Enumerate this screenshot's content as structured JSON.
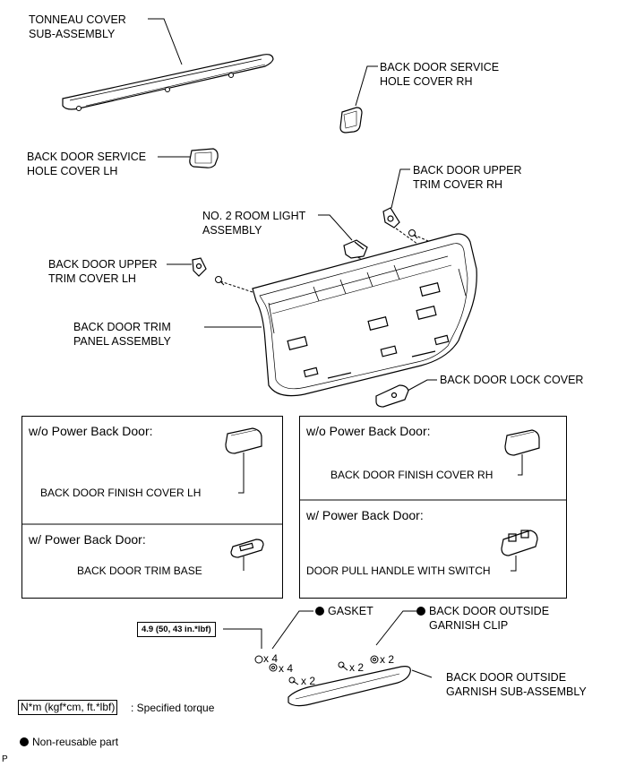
{
  "parts": {
    "tonneau_cover": [
      "TONNEAU COVER",
      "SUB-ASSEMBLY"
    ],
    "service_cover_rh": [
      "BACK DOOR SERVICE",
      "HOLE COVER RH"
    ],
    "service_cover_lh": [
      "BACK DOOR SERVICE",
      "HOLE COVER LH"
    ],
    "upper_trim_rh": [
      "BACK DOOR UPPER",
      "TRIM COVER RH"
    ],
    "room_light": [
      "NO. 2 ROOM LIGHT",
      "ASSEMBLY"
    ],
    "upper_trim_lh": [
      "BACK DOOR UPPER",
      "TRIM COVER LH"
    ],
    "trim_panel": [
      "BACK DOOR TRIM",
      "PANEL ASSEMBLY"
    ],
    "lock_cover": "BACK DOOR LOCK COVER",
    "finish_cover_lh": "BACK DOOR FINISH COVER LH",
    "trim_base": "BACK DOOR TRIM BASE",
    "finish_cover_rh": "BACK DOOR FINISH COVER RH",
    "pull_handle": "DOOR PULL HANDLE WITH SWITCH",
    "gasket": "GASKET",
    "garnish_clip": [
      "BACK DOOR OUTSIDE",
      "GARNISH CLIP"
    ],
    "outside_garnish": [
      "BACK DOOR OUTSIDE",
      "GARNISH SUB-ASSEMBLY"
    ]
  },
  "variants": {
    "left_top": "w/o Power Back Door:",
    "left_bottom": "w/ Power Back Door:",
    "right_top": "w/o Power Back Door:",
    "right_bottom": "w/ Power Back Door:"
  },
  "torque_spec": "4.9 (50, 43 in.*lbf)",
  "quantities": {
    "nut": "x 4",
    "gasket": "x 4",
    "screw": "x 2",
    "bolt": "x 2",
    "clip": "x 2"
  },
  "legend": {
    "torque_unit": "N*m (kgf*cm, ft.*lbf)",
    "torque_desc": ": Specified torque",
    "non_reusable": "Non-reusable part"
  },
  "corner_mark": "P"
}
